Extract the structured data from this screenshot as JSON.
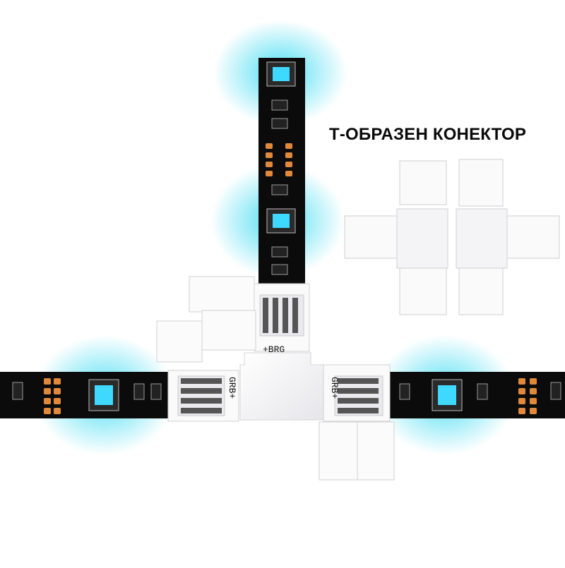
{
  "heading": "Т-ОБРАЗЕН КОНЕКТОР",
  "pin_labels": {
    "top_connector": "+BRG",
    "left_connector": "GRB+",
    "right_connector": "GRB+"
  },
  "colors": {
    "background": "#ffffff",
    "strip_pcb": "#0b0b0b",
    "led_glow": "#2fd8f0",
    "copper_pad": "#e0893a",
    "connector_plastic": "#fafafa"
  }
}
